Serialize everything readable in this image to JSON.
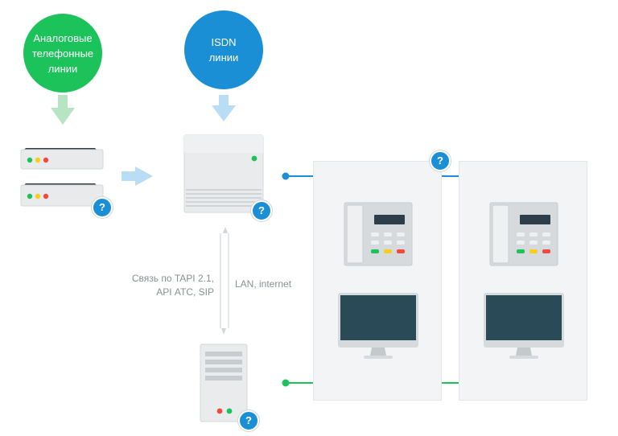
{
  "nodes": {
    "analog": {
      "label_line1": "Аналоговые",
      "label_line2": "телефонные",
      "label_line3": "линии",
      "color": "#1cc35a"
    },
    "isdn": {
      "label_line1": "ISDN",
      "label_line2": "линии",
      "color": "#1a8fd6"
    }
  },
  "help_buttons": {
    "symbol": "?"
  },
  "captions": {
    "tapi_line1": "Связь по TAPI 2.1,",
    "tapi_line2": "API АТС, SIP",
    "lan": "LAN, internet"
  },
  "colors": {
    "accent_blue": "#1a8fd6",
    "accent_green": "#1cc35a",
    "arrow_green": "#b7e4c2",
    "arrow_blue": "#b9ddf4"
  }
}
